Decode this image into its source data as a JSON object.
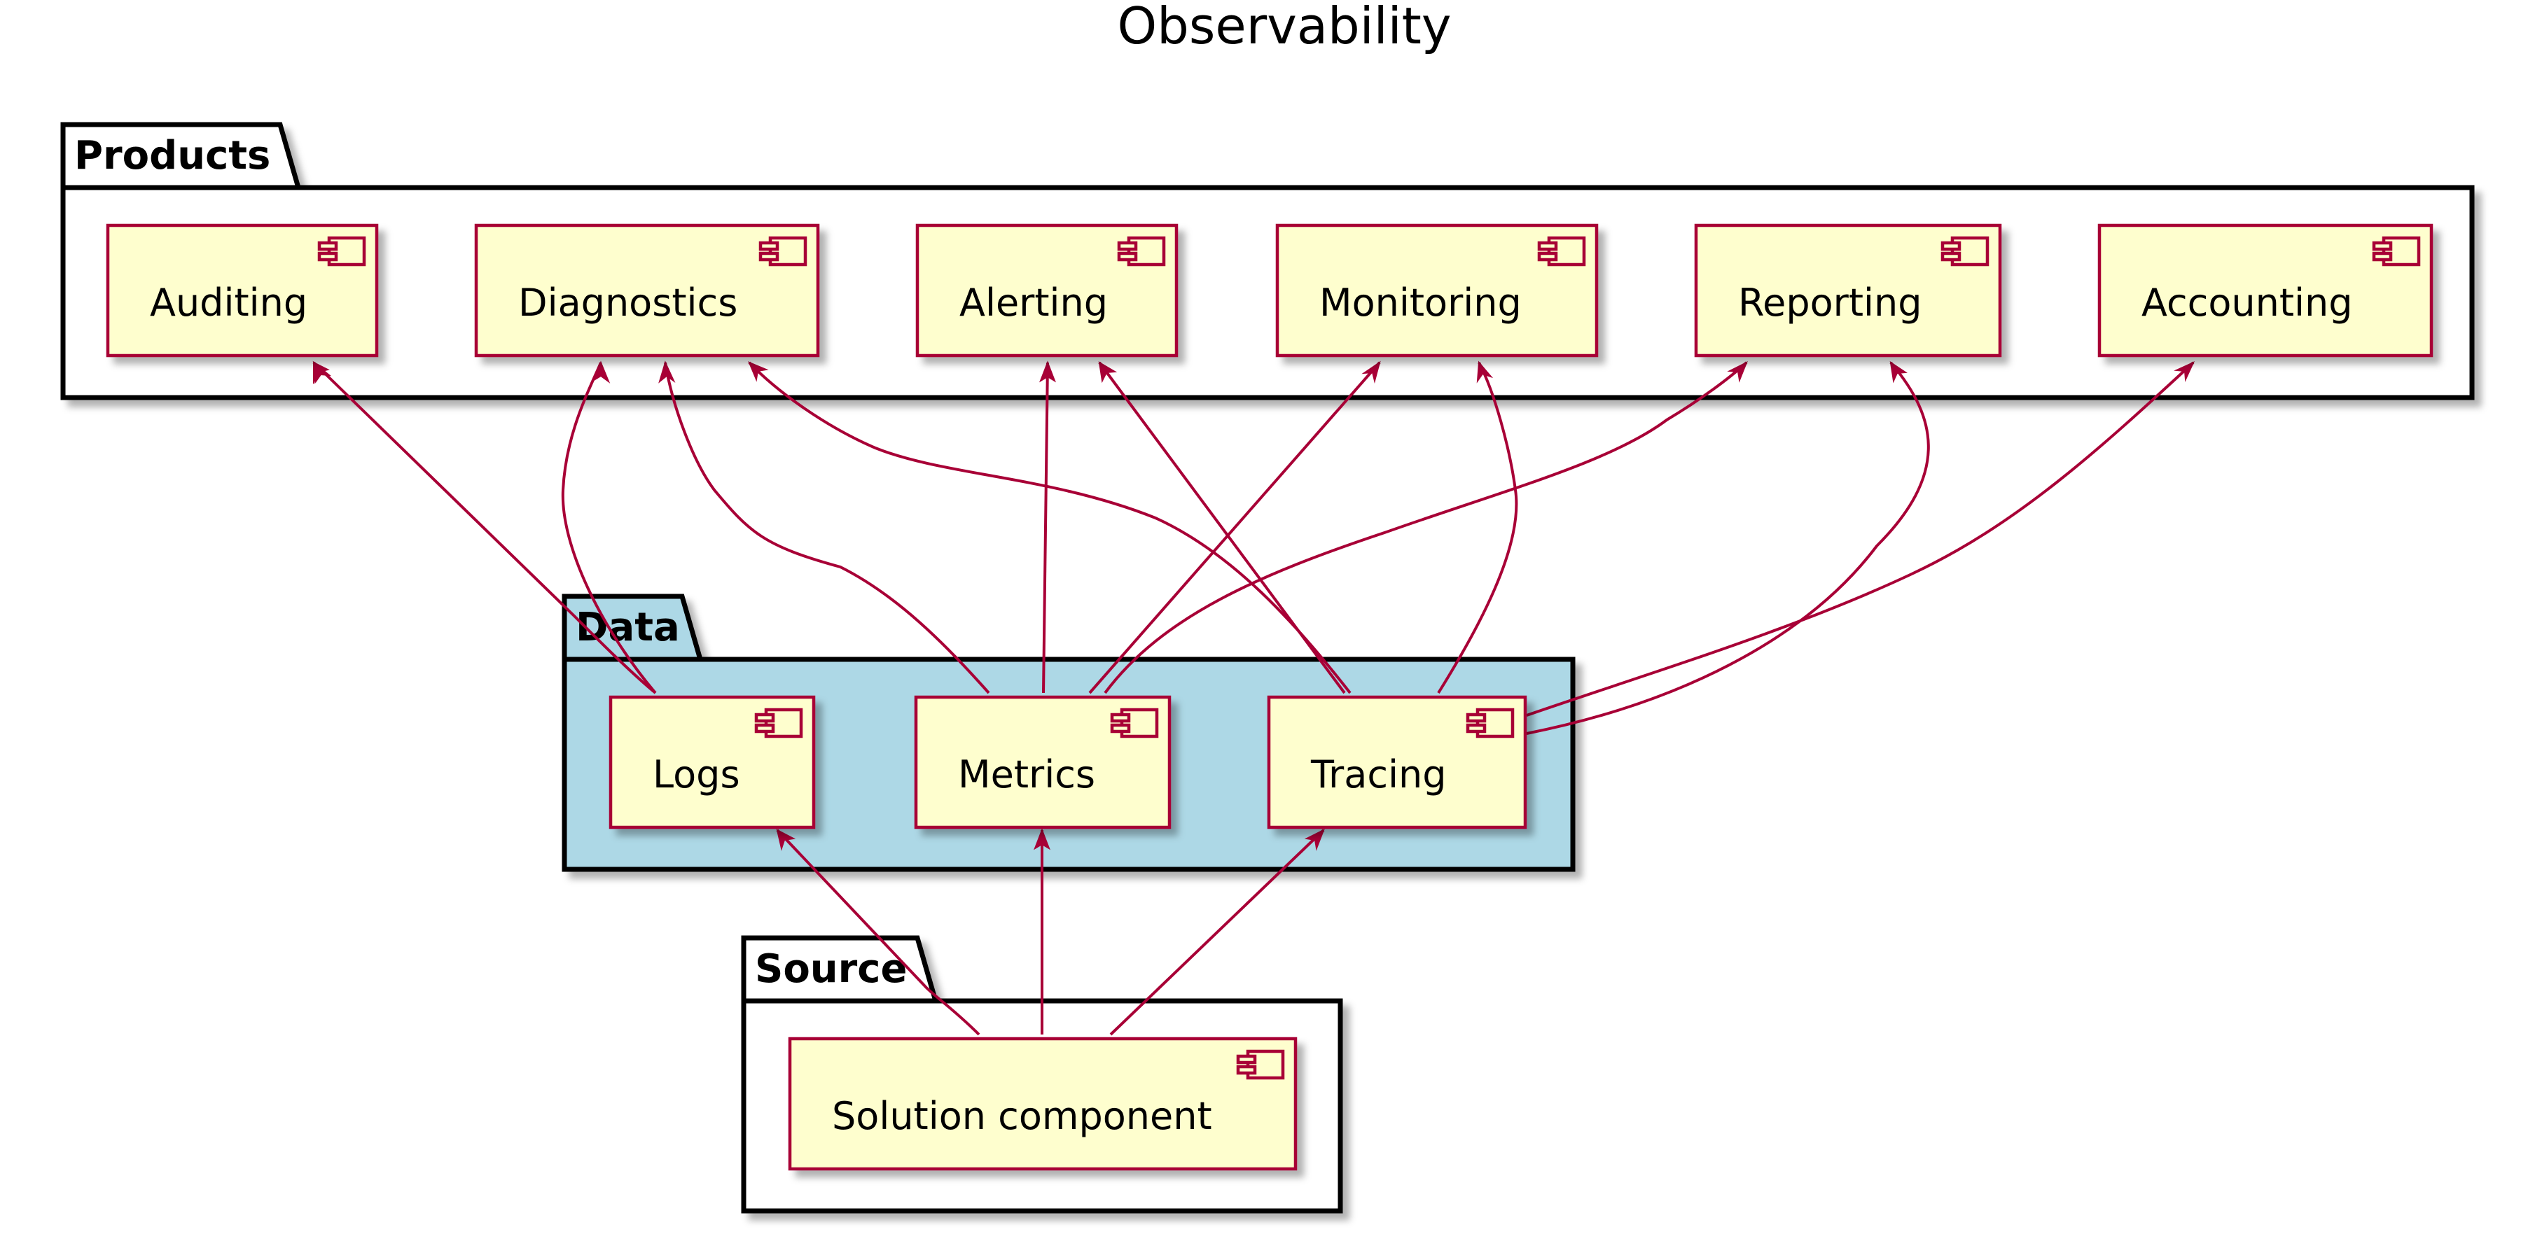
{
  "title": "Observability",
  "colors": {
    "component_fill": "#FEFECE",
    "component_border": "#A80036",
    "edge": "#A80036",
    "data_package_fill": "#ADD8E6",
    "package_fill": "#FFFFFF"
  },
  "packages": {
    "products": {
      "label": "Products",
      "components": {
        "auditing": "Auditing",
        "diagnostics": "Diagnostics",
        "alerting": "Alerting",
        "monitoring": "Monitoring",
        "reporting": "Reporting",
        "accounting": "Accounting"
      }
    },
    "data": {
      "label": "Data",
      "components": {
        "logs": "Logs",
        "metrics": "Metrics",
        "tracing": "Tracing"
      }
    },
    "source": {
      "label": "Source",
      "components": {
        "solution_component": "Solution component"
      }
    }
  },
  "relations": [
    {
      "from": "Logs",
      "to": "Auditing"
    },
    {
      "from": "Logs",
      "to": "Diagnostics"
    },
    {
      "from": "Metrics",
      "to": "Diagnostics"
    },
    {
      "from": "Tracing",
      "to": "Diagnostics"
    },
    {
      "from": "Metrics",
      "to": "Alerting"
    },
    {
      "from": "Tracing",
      "to": "Alerting"
    },
    {
      "from": "Metrics",
      "to": "Monitoring"
    },
    {
      "from": "Tracing",
      "to": "Monitoring"
    },
    {
      "from": "Metrics",
      "to": "Reporting"
    },
    {
      "from": "Tracing",
      "to": "Reporting"
    },
    {
      "from": "Tracing",
      "to": "Accounting"
    },
    {
      "from": "Solution component",
      "to": "Logs"
    },
    {
      "from": "Solution component",
      "to": "Metrics"
    },
    {
      "from": "Solution component",
      "to": "Tracing"
    }
  ]
}
